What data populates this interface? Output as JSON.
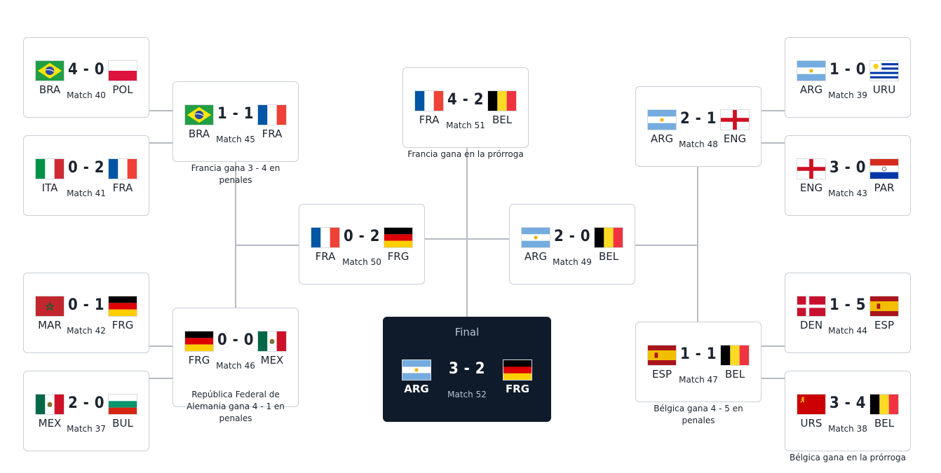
{
  "teams": {
    "BRA": {
      "flag": "brazil-flag-icon"
    },
    "POL": {
      "flag": "poland-flag-icon"
    },
    "ITA": {
      "flag": "italy-flag-icon"
    },
    "FRA": {
      "flag": "france-flag-icon"
    },
    "MAR": {
      "flag": "morocco-flag-icon"
    },
    "FRG": {
      "flag": "germany-flag-icon"
    },
    "MEX": {
      "flag": "mexico-flag-icon"
    },
    "BUL": {
      "flag": "bulgaria-flag-icon"
    },
    "ARG": {
      "flag": "argentina-flag-icon"
    },
    "URU": {
      "flag": "uruguay-flag-icon"
    },
    "ENG": {
      "flag": "england-flag-icon"
    },
    "PAR": {
      "flag": "paraguay-flag-icon"
    },
    "DEN": {
      "flag": "denmark-flag-icon"
    },
    "ESP": {
      "flag": "spain-flag-icon"
    },
    "URS": {
      "flag": "ussr-flag-icon"
    },
    "BEL": {
      "flag": "belgium-flag-icon"
    }
  },
  "matches": {
    "m40": {
      "home": "BRA",
      "away": "POL",
      "score": "4 - 0",
      "label": "Match 40",
      "note": ""
    },
    "m41": {
      "home": "ITA",
      "away": "FRA",
      "score": "0 - 2",
      "label": "Match 41",
      "note": ""
    },
    "m42": {
      "home": "MAR",
      "away": "FRG",
      "score": "0 - 1",
      "label": "Match 42",
      "note": ""
    },
    "m37": {
      "home": "MEX",
      "away": "BUL",
      "score": "2 - 0",
      "label": "Match 37",
      "note": ""
    },
    "m45": {
      "home": "BRA",
      "away": "FRA",
      "score": "1 - 1",
      "label": "Match 45",
      "note": "Francia gana 3 - 4 en penales"
    },
    "m46": {
      "home": "FRG",
      "away": "MEX",
      "score": "0 - 0",
      "label": "Match 46",
      "note": "República Federal de Alemania gana 4 - 1 en penales"
    },
    "m50": {
      "home": "FRA",
      "away": "FRG",
      "score": "0 - 2",
      "label": "Match 50",
      "note": ""
    },
    "m51": {
      "home": "FRA",
      "away": "BEL",
      "score": "4 - 2",
      "label": "Match 51",
      "note": "Francia gana en la prórroga"
    },
    "m52": {
      "home": "ARG",
      "away": "FRG",
      "score": "3 - 2",
      "label": "Match 52",
      "note": "",
      "title": "Final"
    },
    "m49": {
      "home": "ARG",
      "away": "BEL",
      "score": "2 - 0",
      "label": "Match 49",
      "note": ""
    },
    "m48": {
      "home": "ARG",
      "away": "ENG",
      "score": "2 - 1",
      "label": "Match 48",
      "note": ""
    },
    "m47": {
      "home": "ESP",
      "away": "BEL",
      "score": "1 - 1",
      "label": "Match 47",
      "note": "Bélgica gana 4 - 5 en penales"
    },
    "m39": {
      "home": "ARG",
      "away": "URU",
      "score": "1 - 0",
      "label": "Match 39",
      "note": ""
    },
    "m43": {
      "home": "ENG",
      "away": "PAR",
      "score": "3 - 0",
      "label": "Match 43",
      "note": ""
    },
    "m44": {
      "home": "DEN",
      "away": "ESP",
      "score": "1 - 5",
      "label": "Match 44",
      "note": ""
    },
    "m38": {
      "home": "URS",
      "away": "BEL",
      "score": "3 - 4",
      "label": "Match 38",
      "note": "Bélgica gana en la prórroga"
    }
  }
}
